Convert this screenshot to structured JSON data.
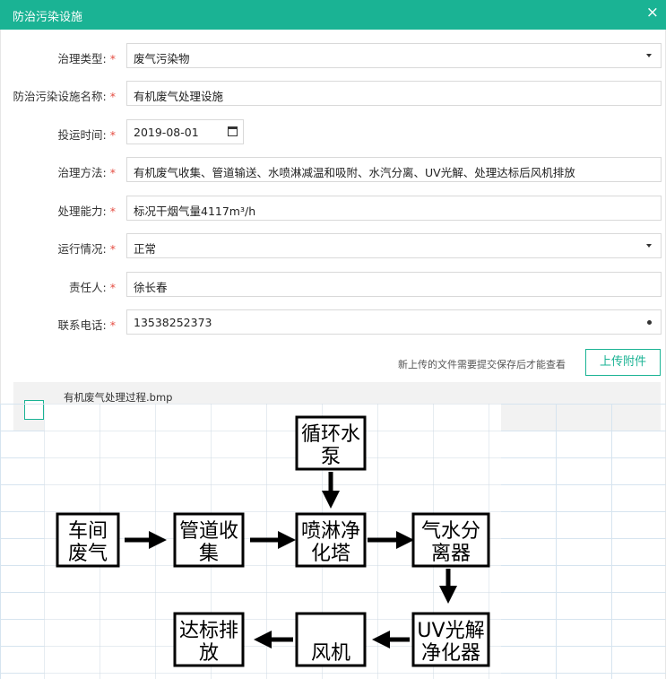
{
  "dialog": {
    "title": "防治污染设施",
    "close_icon": "×"
  },
  "form": {
    "fields": [
      {
        "label": "治理类型:",
        "value": "废气污染物",
        "control": "select"
      },
      {
        "label": "防治污染设施名称:",
        "value": "有机废气处理设施",
        "control": "text"
      },
      {
        "label": "投运时间:",
        "value": "2019-08-01",
        "control": "date"
      },
      {
        "label": "治理方法:",
        "value": "有机废气收集、管道输送、水喷淋减温和吸附、水汽分离、UV光解、处理达标后风机排放",
        "control": "text"
      },
      {
        "label": "处理能力:",
        "value": "标况干烟气量4117m³/h",
        "control": "text"
      },
      {
        "label": "运行情况:",
        "value": "正常",
        "control": "select"
      },
      {
        "label": "责任人:",
        "value": "徐长春",
        "control": "text"
      },
      {
        "label": "联系电话:",
        "value": "13538252373",
        "control": "text"
      }
    ],
    "required_mark": "*"
  },
  "upload": {
    "note": "新上传的文件需要提交保存后才能查看",
    "button_label": "上传附件",
    "file_name": "有机废气处理过程.bmp"
  },
  "diagram": {
    "nodes": {
      "circulating_pump": "循环水泵",
      "workshop_gas": "车间废气",
      "pipe_collection": "管道收集",
      "spray_tower": "喷淋净化塔",
      "separator": "气水分离器",
      "uv_purifier": "UV光解净化器",
      "fan": "风机",
      "discharge": "达标排放"
    },
    "node_lines": {
      "circulating_pump": [
        "循环水",
        "泵"
      ],
      "workshop_gas": [
        "车间",
        "废气"
      ],
      "pipe_collection": [
        "管道收",
        "集"
      ],
      "spray_tower": [
        "喷淋净",
        "化塔"
      ],
      "separator": [
        "气水分",
        "离器"
      ],
      "uv_purifier": [
        "UV光解",
        "净化器"
      ],
      "fan": [
        "",
        "风机"
      ],
      "discharge": [
        "达标排",
        "放"
      ]
    }
  }
}
